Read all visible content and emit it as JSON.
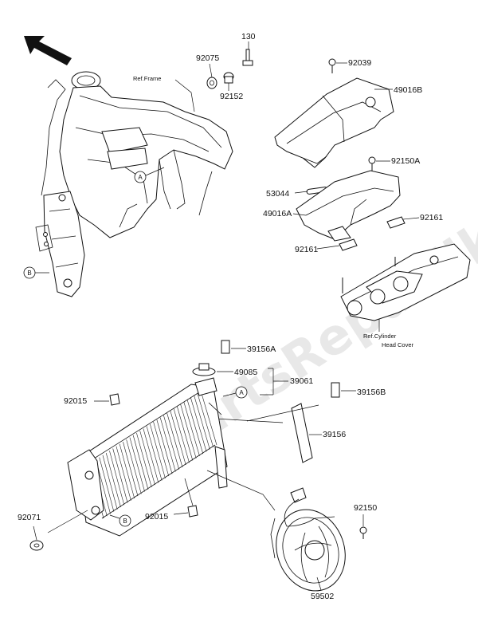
{
  "watermark": "PartsRepublik",
  "references": {
    "frame": "Ref.Frame",
    "cylinder_head_cover_1": "Ref.Cylinder",
    "cylinder_head_cover_2": "Head Cover"
  },
  "callouts": {
    "a": "A",
    "b": "B"
  },
  "part_numbers": {
    "p130": "130",
    "p92075": "92075",
    "p92152": "92152",
    "p92039": "92039",
    "p49016B": "49016B",
    "p92150A": "92150A",
    "p53044": "53044",
    "p49016A": "49016A",
    "p92161a": "92161",
    "p92161b": "92161",
    "p39156A": "39156A",
    "p49085": "49085",
    "p39061": "39061",
    "p92015a": "92015",
    "p39156B": "39156B",
    "p39156": "39156",
    "p92071": "92071",
    "p92015b": "92015",
    "p92150": "92150",
    "p59502": "59502"
  }
}
